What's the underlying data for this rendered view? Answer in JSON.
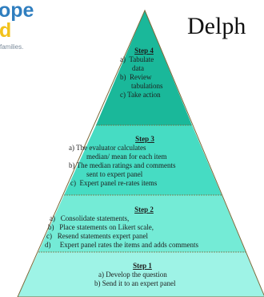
{
  "logo": {
    "line1": "ope",
    "line2": "d",
    "tagline": "families.",
    "colors": {
      "text1": "#2f7ebf",
      "text2": "#f2c21b"
    }
  },
  "title": "Delph",
  "colors": {
    "step4": "#1ab89a",
    "step3": "#46dcc3",
    "step2": "#74ebd6",
    "step1": "#9ef3e6",
    "outline": "#7b6a3a"
  },
  "steps": [
    {
      "heading": "Step 1",
      "items": [
        "a) Develop the question",
        "b) Send it to an expert panel"
      ]
    },
    {
      "heading": "Step 2",
      "items": [
        "a)   Consolidate statements,",
        "b)   Place statements on Likert scale,",
        "c)   Resend statements expert panel",
        "d)     Expert panel rates the items and adds comments"
      ]
    },
    {
      "heading": "Step 3",
      "items": [
        "a) The evaluator calculates",
        "median/ mean for each item",
        "b) The median ratings and comments",
        "sent to expert panel",
        "c)  Expert panel re-rates items"
      ]
    },
    {
      "heading": "Step 4",
      "items": [
        "a)  Tabulate",
        "data",
        "b)  Review",
        "tabulations",
        "c) Take action"
      ]
    }
  ]
}
